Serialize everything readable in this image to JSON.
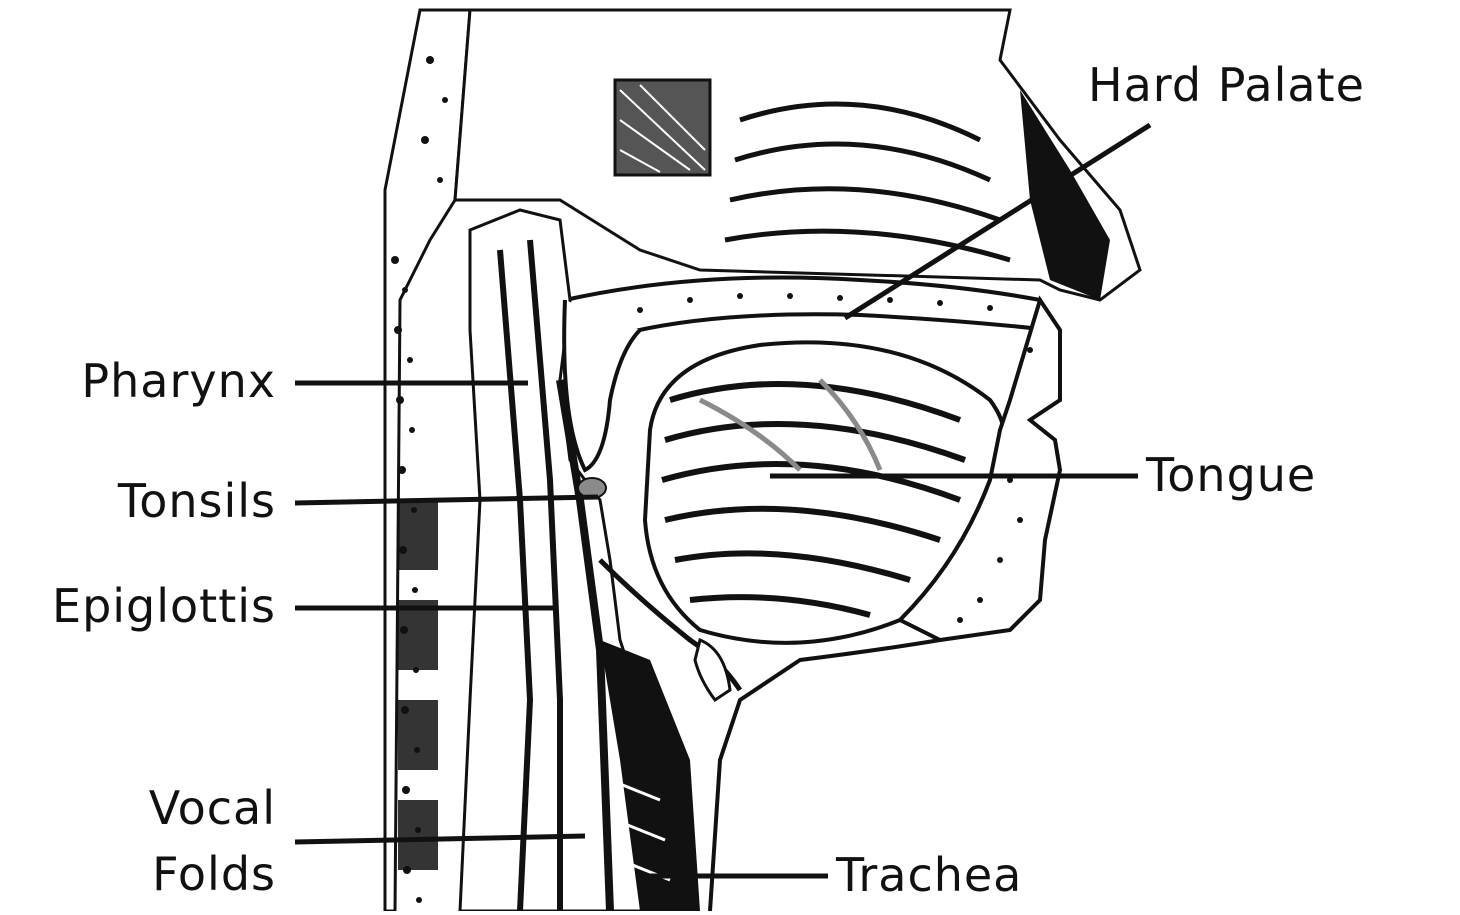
{
  "labels": {
    "hard_palate": "Hard Palate",
    "pharynx": "Pharynx",
    "tonsils": "Tonsils",
    "epiglottis": "Epiglottis",
    "tongue": "Tongue",
    "vocal_folds_line1": "Vocal",
    "vocal_folds_line2": "Folds",
    "trachea": "Trachea"
  },
  "colors": {
    "ink": "#111111",
    "background": "#ffffff",
    "grey_tissue": "#8a8a8a"
  }
}
